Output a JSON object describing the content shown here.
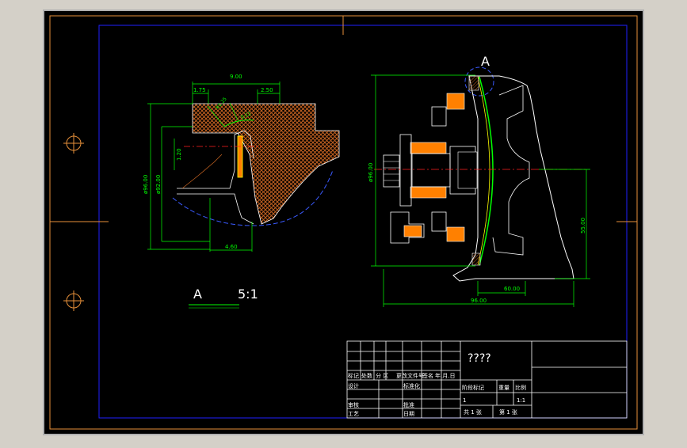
{
  "colors": {
    "window_bg": "#d4d0c8",
    "canvas_bg": "#000000",
    "sheet_border": "#e8913a",
    "inner_frame": "#2020ff",
    "title_lines": "#ffffff",
    "dim_lines": "#00ff00",
    "part_fill": "#ff8000",
    "outline_white": "#ffffff",
    "hatch_brown": "#c06020",
    "center_red": "#ff2020",
    "cyan": "#00ffff",
    "yellow": "#ffff00"
  },
  "detail": {
    "label_letter": "A",
    "label_scale": "5:1",
    "dims": {
      "top_overall": "9.00",
      "top_left": "1.75",
      "top_right": "2.50",
      "angle_a": "R1.25",
      "angle_b": "0.12",
      "left_outer": "ø96.00",
      "left_inner": "ø92.00",
      "left_small": "1.20",
      "bottom": "4.60"
    }
  },
  "section": {
    "view_letter": "A",
    "dims": {
      "left_dia": "ø96.00",
      "right_height": "55.00",
      "bottom_inner": "60.00",
      "bottom_outer": "96.00"
    }
  },
  "title_block": {
    "drawing_name": "????",
    "row_headers": [
      "标记",
      "处数",
      "分 区",
      "更改文件号",
      "签名",
      "年.月.日"
    ],
    "design": "设计",
    "standardization": "标准化",
    "stage_mark": "阶段标记",
    "weight": "重量",
    "scale": "比例",
    "check": "审核",
    "process": "工艺",
    "approve": "批准",
    "date": "日期",
    "scale_value": "1:1",
    "stage_value": "1",
    "sheets_total": "共 1 张",
    "sheet_number": "第 1 张"
  }
}
